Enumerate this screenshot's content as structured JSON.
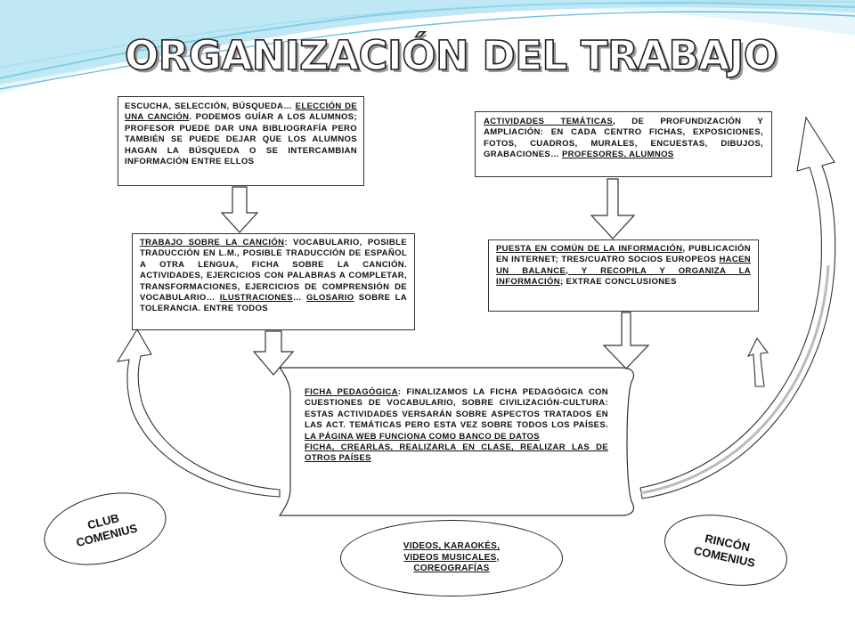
{
  "title": "ORGANIZACIÓN DEL TRABAJO",
  "box1": {
    "lead": "ESCUCHA, SELECCIÓN, BÚSQUEDA… ",
    "underlined": "ELECCIÓN DE UNA CANCIÓN",
    "rest": ". PODEMOS GUÍAR A LOS ALUMNOS; PROFESOR PUEDE DAR UNA BIBLIOGRAFÍA PERO TAMBIÉN SE PUEDE DEJAR QUE LOS ALUMNOS HAGAN LA BÚSQUEDA O SE INTERCAMBIAN INFORMACIÓN ENTRE ELLOS"
  },
  "box2": {
    "underlined": "ACTIVIDADES TEMÁTICAS",
    "rest": ", DE PROFUNDIZACIÓN Y AMPLIACIÓN: EN CADA CENTRO FICHAS, EXPOSICIONES, FOTOS, CUADROS, MURALES, ENCUESTAS, DIBUJOS, GRABACIONES… ",
    "underlined2": "PROFESORES, ALUMNOS"
  },
  "box3": {
    "underlined": "TRABAJO SOBRE LA CANCIÓN",
    "rest": ": VOCABULARIO, POSIBLE TRADUCCIÓN EN L.M., POSIBLE TRADUCCIÓN DE ESPAÑOL A OTRA LENGUA, FICHA SOBRE LA CANCIÓN. ACTIVIDADES, EJERCICIOS CON PALABRAS A COMPLETAR, TRANSFORMACIONES, EJERCICIOS DE COMPRENSIÓN DE VOCABULARIO… ",
    "underlined2": "ILUSTRACIONES",
    "mid": "… ",
    "underlined3": "GLOSARIO",
    "tail": " SOBRE LA TOLERANCIA. ENTRE TODOS"
  },
  "box4": {
    "underlined": "PUESTA EN COMÚN DE LA INFORMACIÓN",
    "rest": ", PUBLICACIÓN EN INTERNET; TRES/CUATRO SOCIOS EUROPEOS ",
    "underlined2": "HACEN UN BALANCE, Y RECOPILA Y ORGANIZA LA INFORMACIÓN",
    "tail": "; EXTRAE CONCLUSIONES"
  },
  "box5": {
    "underlined": "FICHA PEDAGÓGICA",
    "rest": ": FINALIZAMOS LA FICHA PEDAGÓGICA CON CUESTIONES DE VOCABULARIO, SOBRE CIVILIZACIÓN-CULTURA: ESTAS ACTIVIDADES VERSARÁN SOBRE ASPECTOS TRATADOS EN LAS ACT. TEMÁTICAS PERO ESTA VEZ SOBRE TODOS LOS PAÍSES. ",
    "underlined2": "LA PÁGINA WEB FUNCIONA COMO BANCO DE DATOS",
    "line2": "FICHA, CREARLAS, REALIZARLA EN CLASE, REALIZAR LAS DE OTROS PAÍSES"
  },
  "club": {
    "line1": "CLUB",
    "line2": "COMENIUS"
  },
  "rincon": {
    "line1": "RINCÓN",
    "line2": "COMENIUS"
  },
  "videos": {
    "line1": "VIDEOS, KARAOKÉS,",
    "line2": "VIDEOS MUSICALES,",
    "line3": "COREOGRAFÍAS"
  },
  "colors": {
    "wave_light": "#d8f0f8",
    "wave_mid": "#7fd0e8",
    "wave_accent": "#35a8d0",
    "border": "#333333"
  }
}
